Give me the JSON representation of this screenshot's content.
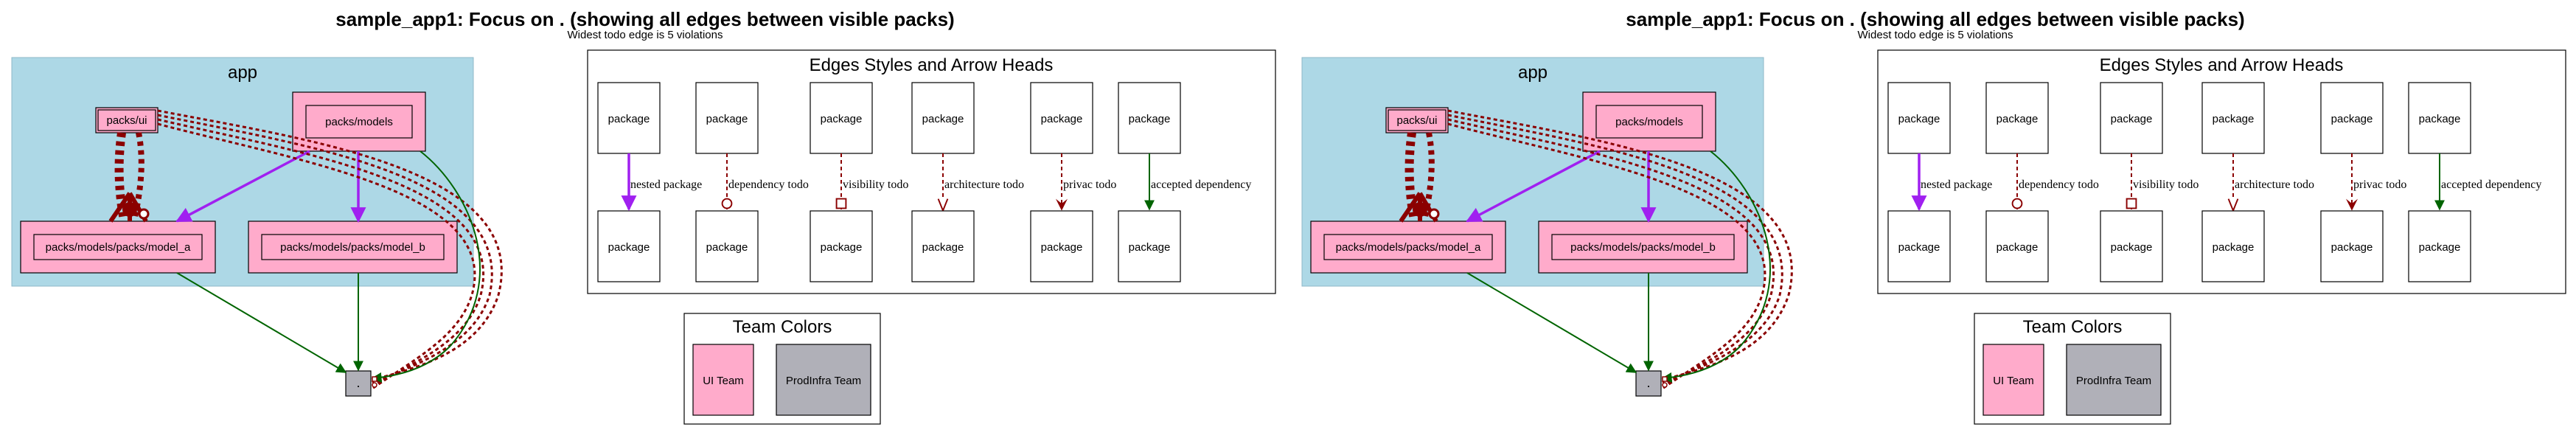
{
  "title": "sample_app1: Focus on . (showing all edges between visible packs)",
  "subtitle": "Widest todo edge is 5 violations",
  "app_cluster": {
    "label": "app",
    "nodes": {
      "ui": "packs/ui",
      "models": "packs/models",
      "model_a": "packs/models/packs/model_a",
      "model_b": "packs/models/packs/model_b"
    },
    "focus_node": "."
  },
  "legend": {
    "title": "Edges Styles and Arrow Heads",
    "package_label": "package",
    "edges": [
      {
        "label": "nested package",
        "color": "#a020f0"
      },
      {
        "label": "dependency todo",
        "color": "#8b0000"
      },
      {
        "label": "visibility todo",
        "color": "#8b0000"
      },
      {
        "label": "architecture todo",
        "color": "#8b0000"
      },
      {
        "label": "privac todo",
        "color": "#8b0000"
      },
      {
        "label": "accepted dependency",
        "color": "#006400"
      }
    ]
  },
  "team_colors": {
    "title": "Team Colors",
    "teams": [
      {
        "label": "UI Team",
        "color": "#ffabcb"
      },
      {
        "label": "ProdInfra Team",
        "color": "#b0b0b8"
      }
    ]
  },
  "colors": {
    "cluster_bg": "#add8e6",
    "ui_team": "#ffabcb",
    "prodinfra_team": "#b0b0b8",
    "nested": "#a020f0",
    "todo": "#8b0000",
    "accepted": "#006400"
  }
}
